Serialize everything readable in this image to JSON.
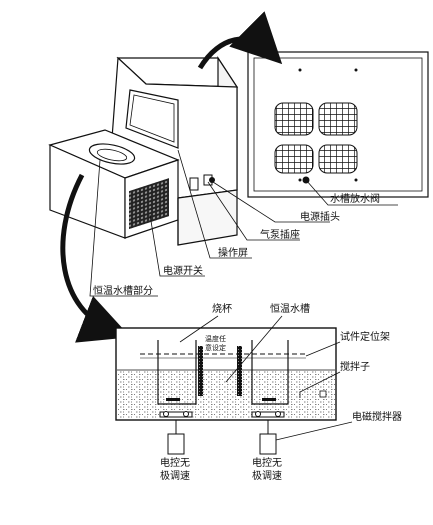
{
  "labels": {
    "drain_valve": "水槽放水阀",
    "power_plug": "电源插头",
    "air_pump_socket": "气泵插座",
    "operation_screen": "操作屏",
    "power_switch": "电源开关",
    "water_tank_part": "恒温水槽部分",
    "beaker": "烧杯",
    "water_tank": "恒温水槽",
    "holder": "试件定位架",
    "stir_bar": "搅拌子",
    "magnetic_stirrer": "电磁搅拌器",
    "temp_setting_line1": "温度任",
    "temp_setting_line2": "意设定",
    "speed_left_line1": "电控无",
    "speed_left_line2": "极调速",
    "speed_right_line1": "电控无",
    "speed_right_line2": "极调速"
  }
}
